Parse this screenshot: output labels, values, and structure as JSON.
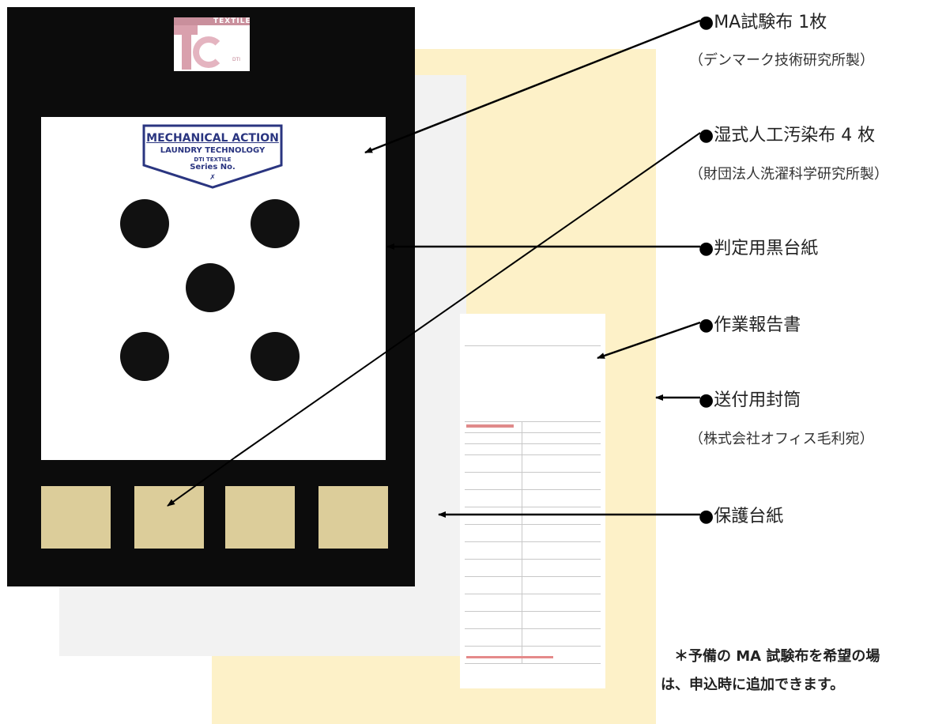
{
  "labels": {
    "ma_cloth": {
      "bullet": "●",
      "text": "MA試験布 1枚",
      "sub": "（デンマーク技術研究所製）"
    },
    "soil_cloth": {
      "bullet": "●",
      "text": "湿式人工汚染布 4 枚",
      "sub": "（財団法人洗濯科学研究所製）"
    },
    "black_board": {
      "bullet": "●",
      "text": "判定用黒台紙"
    },
    "report": {
      "bullet": "●",
      "text": "作業報告書"
    },
    "envelope": {
      "bullet": "●",
      "text": "送付用封筒",
      "sub": "（株式会社オフィス毛利宛）"
    },
    "protect": {
      "bullet": "●",
      "text": "保護台紙"
    }
  },
  "badge": {
    "line1": "MECHANICAL ACTION",
    "line2": "LAUNDRY TECHNOLOGY",
    "line3": "DTI TEXTILE",
    "line4": "Series No.",
    "line5": "✗"
  },
  "logo": {
    "text": "TEXTILE",
    "sub": "DTI"
  },
  "note": {
    "line1": "＊予備の MA 試験布を希望の場",
    "line2": "は、申込時に追加できます。"
  },
  "colors": {
    "envelope": "#fdf1c8",
    "board": "#0c0c0c",
    "swatch": "#dccd9a",
    "badge": "#2a3580"
  }
}
